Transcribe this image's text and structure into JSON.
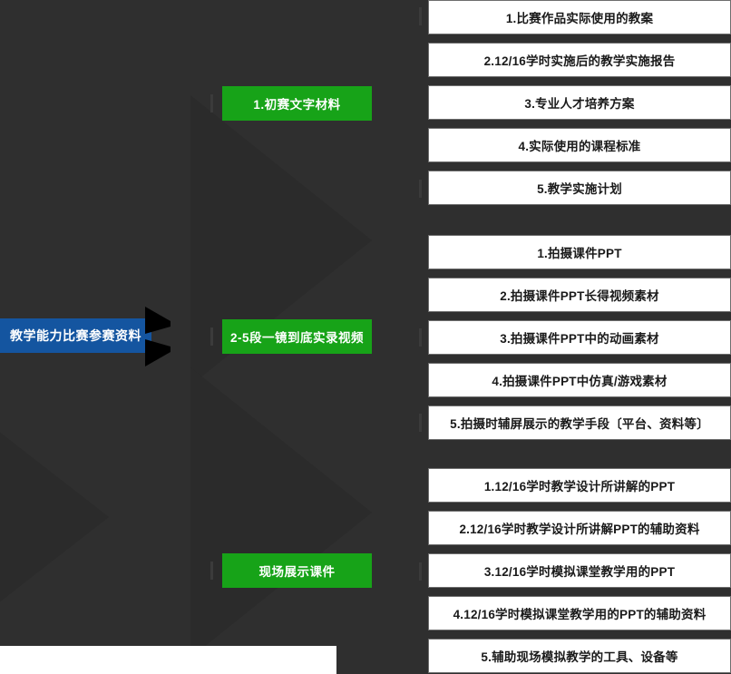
{
  "diagram": {
    "title_node": {
      "label": "教学能力比赛参赛资料",
      "color": "#1455a0"
    },
    "branch_color": "#17a318",
    "background_color": "#2f2f2f",
    "leaf_color": "#ffffff",
    "branches": [
      {
        "label": "1.初赛文字材料",
        "leaves": [
          "1.比赛作品实际使用的教案",
          "2.12/16学时实施后的教学实施报告",
          "3.专业人才培养方案",
          "4.实际使用的课程标准",
          "5.教学实施计划"
        ]
      },
      {
        "label": "2-5段一镜到底实录视频",
        "leaves": [
          "1.拍摄课件PPT",
          "2.拍摄课件PPT长得视频素材",
          "3.拍摄课件PPT中的动画素材",
          "4.拍摄课件PPT中仿真/游戏素材",
          "5.拍摄时辅屏展示的教学手段〔平台、资料等〕"
        ]
      },
      {
        "label": "现场展示课件",
        "leaves": [
          "1.12/16学时教学设计所讲解的PPT",
          "2.12/16学时教学设计所讲解PPT的辅助资料",
          "3.12/16学时模拟课堂教学用的PPT",
          "4.12/16学时模拟课堂教学用的PPT的辅助资料",
          "5.辅助现场模拟教学的工具、设备等"
        ]
      }
    ]
  }
}
